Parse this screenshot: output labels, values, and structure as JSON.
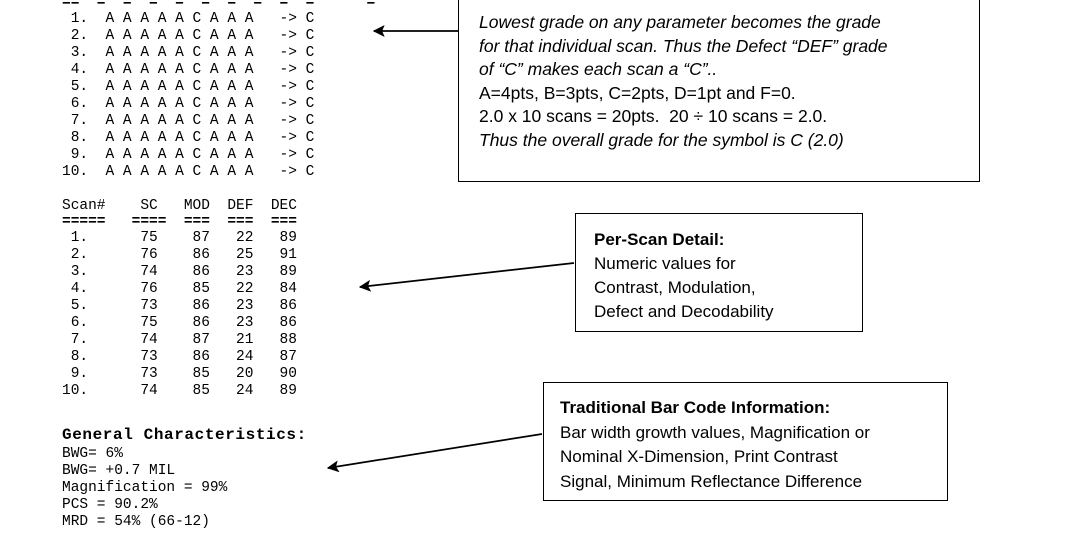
{
  "report": {
    "grade_matrix": {
      "separator_row": "==  =  =  =  =  =  =  =  =  =      =",
      "rows": [
        " 1.  A A A A A C A A A   -> C",
        " 2.  A A A A A C A A A   -> C",
        " 3.  A A A A A C A A A   -> C",
        " 4.  A A A A A C A A A   -> C",
        " 5.  A A A A A C A A A   -> C",
        " 6.  A A A A A C A A A   -> C",
        " 7.  A A A A A C A A A   -> C",
        " 8.  A A A A A C A A A   -> C",
        " 9.  A A A A A C A A A   -> C",
        "10.  A A A A A C A A A   -> C"
      ]
    },
    "scan_table": {
      "header": "Scan#    SC   MOD  DEF  DEC",
      "separator": "=====   ====  ===  ===  ===",
      "columns": [
        "Scan#",
        "SC",
        "MOD",
        "DEF",
        "DEC"
      ],
      "rows": [
        " 1.      75    87   22   89",
        " 2.      76    86   25   91",
        " 3.      74    86   23   89",
        " 4.      76    85   22   84",
        " 5.      73    86   23   86",
        " 6.      75    86   23   86",
        " 7.      74    87   21   88",
        " 8.      73    86   24   87",
        " 9.      73    85   20   90",
        "10.      74    85   24   89"
      ],
      "data": [
        {
          "scan": "1.",
          "sc": "75",
          "mod": "87",
          "def": "22",
          "dec": "89"
        },
        {
          "scan": "2.",
          "sc": "76",
          "mod": "86",
          "def": "25",
          "dec": "91"
        },
        {
          "scan": "3.",
          "sc": "74",
          "mod": "86",
          "def": "23",
          "dec": "89"
        },
        {
          "scan": "4.",
          "sc": "76",
          "mod": "85",
          "def": "22",
          "dec": "84"
        },
        {
          "scan": "5.",
          "sc": "73",
          "mod": "86",
          "def": "23",
          "dec": "86"
        },
        {
          "scan": "6.",
          "sc": "75",
          "mod": "86",
          "def": "23",
          "dec": "86"
        },
        {
          "scan": "7.",
          "sc": "74",
          "mod": "87",
          "def": "21",
          "dec": "88"
        },
        {
          "scan": "8.",
          "sc": "73",
          "mod": "86",
          "def": "24",
          "dec": "87"
        },
        {
          "scan": "9.",
          "sc": "73",
          "mod": "85",
          "def": "20",
          "dec": "90"
        },
        {
          "scan": "10.",
          "sc": "74",
          "mod": "85",
          "def": "24",
          "dec": "89"
        }
      ]
    },
    "general": {
      "title": "General Characteristics:",
      "lines": [
        "BWG= 6%",
        "BWG= +0.7 MIL",
        "Magnification = 99%",
        "PCS = 90.2%",
        "MRD = 54% (66-12)"
      ]
    }
  },
  "callouts": {
    "grade": {
      "lines": [
        {
          "text": "Lowest grade on any parameter becomes the grade",
          "style": "italic"
        },
        {
          "text": "for that individual scan. Thus the Defect “DEF” grade",
          "style": "italic"
        },
        {
          "text": "of “C” makes each scan a “C”..",
          "style": "italic"
        },
        {
          "text": "A=4pts, B=3pts, C=2pts, D=1pt and F=0.",
          "style": "roman"
        },
        {
          "text": "2.0 x 10 scans = 20pts.  20 ÷ 10 scans = 2.0.",
          "style": "roman"
        },
        {
          "text": "Thus the overall grade for the symbol is C (2.0)",
          "style": "italic"
        }
      ]
    },
    "scan": {
      "heading": "Per-Scan Detail:",
      "lines": [
        "Numeric values for",
        "Contrast, Modulation,",
        "Defect and Decodability"
      ]
    },
    "barcode": {
      "heading": "Traditional Bar Code Information:",
      "lines": [
        "Bar width growth values, Magnification or",
        "Nominal X-Dimension, Print Contrast",
        "Signal, Minimum Reflectance Difference"
      ]
    }
  },
  "colors": {
    "ink": "#000000",
    "paper": "#ffffff"
  }
}
